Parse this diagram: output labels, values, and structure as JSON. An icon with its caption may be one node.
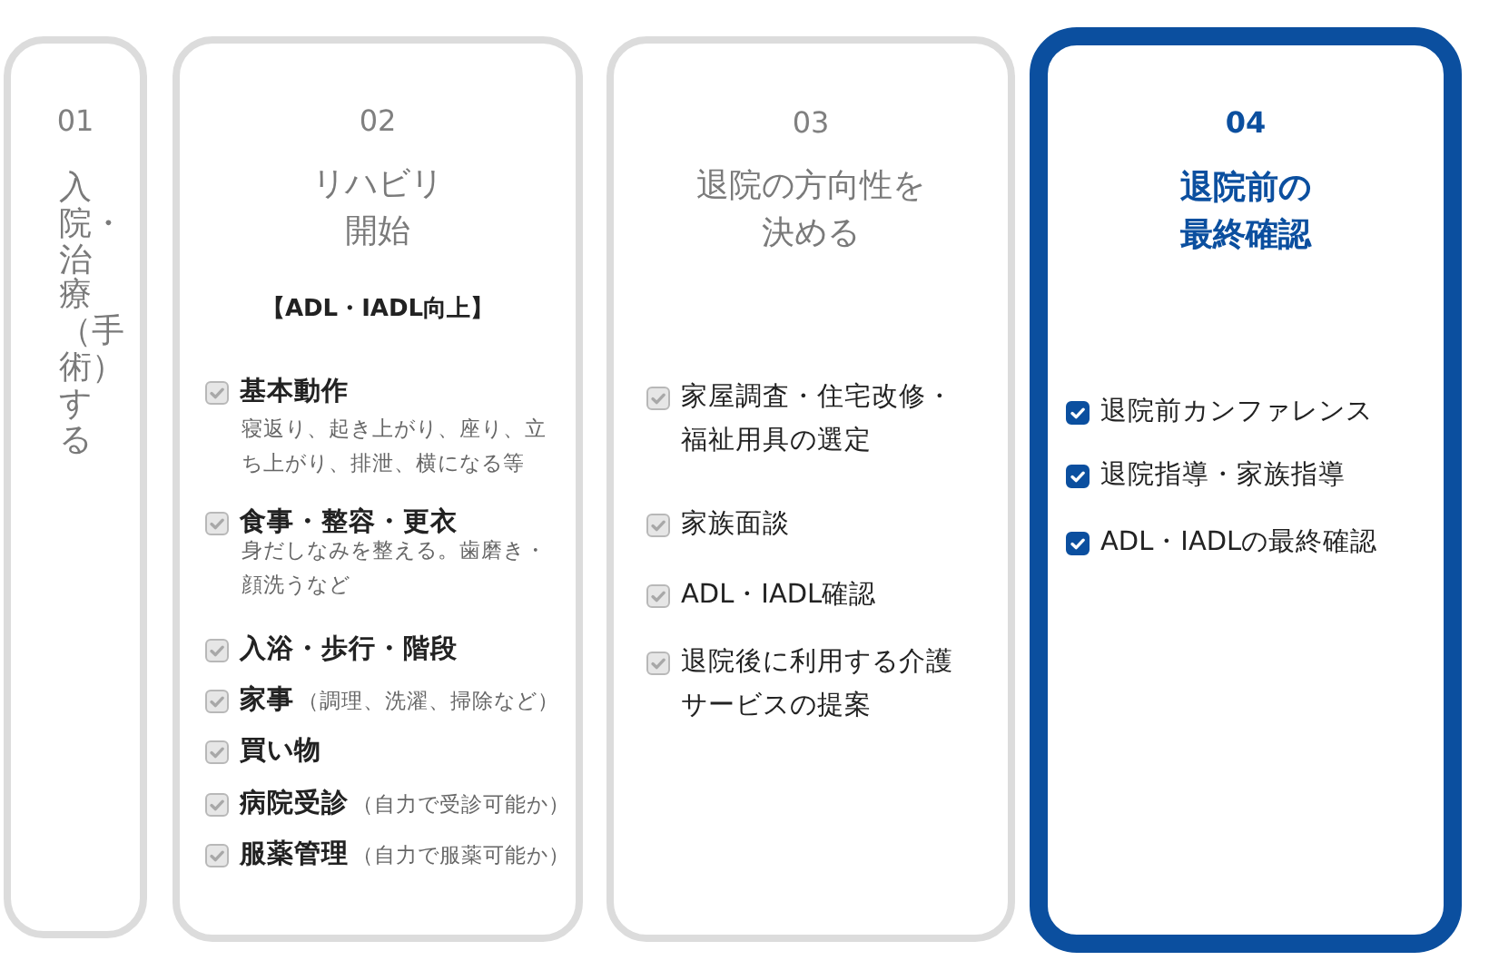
{
  "diagram": {
    "nodes": [
      {
        "text": [
          "01",
          "入院・治療（手術）する"
        ]
      },
      {
        "text": [
          "02",
          "リハビリ開始",
          "【ADL・IADL向上】",
          "基本動作",
          "寝返り、起き上がり、座り、立ち上がり、排泄、横になる等",
          "食事・整容・更衣",
          "身だしなみを整える。歯磨き・顔洗うなど",
          "入浴・歩行・階段",
          "家事",
          "（調理、洗濯、掃除など）",
          "買い物",
          "病院受診",
          "（自力で受診可能か）",
          "服薬管理",
          "（自力で服薬可能か）"
        ]
      },
      {
        "text": [
          "03",
          "退院の方向性を決める",
          "家屋調査・住宅改修・福祉用具の選定",
          "家族面談",
          "ADL・IADL確認",
          "退院後に利用する介護サービスの提案"
        ]
      },
      {
        "text": [
          "04",
          "退院前の最終確認",
          "退院前カンファレンス",
          "退院指導・家族指導",
          "ADL・IADLの最終確認"
        ]
      }
    ]
  }
}
